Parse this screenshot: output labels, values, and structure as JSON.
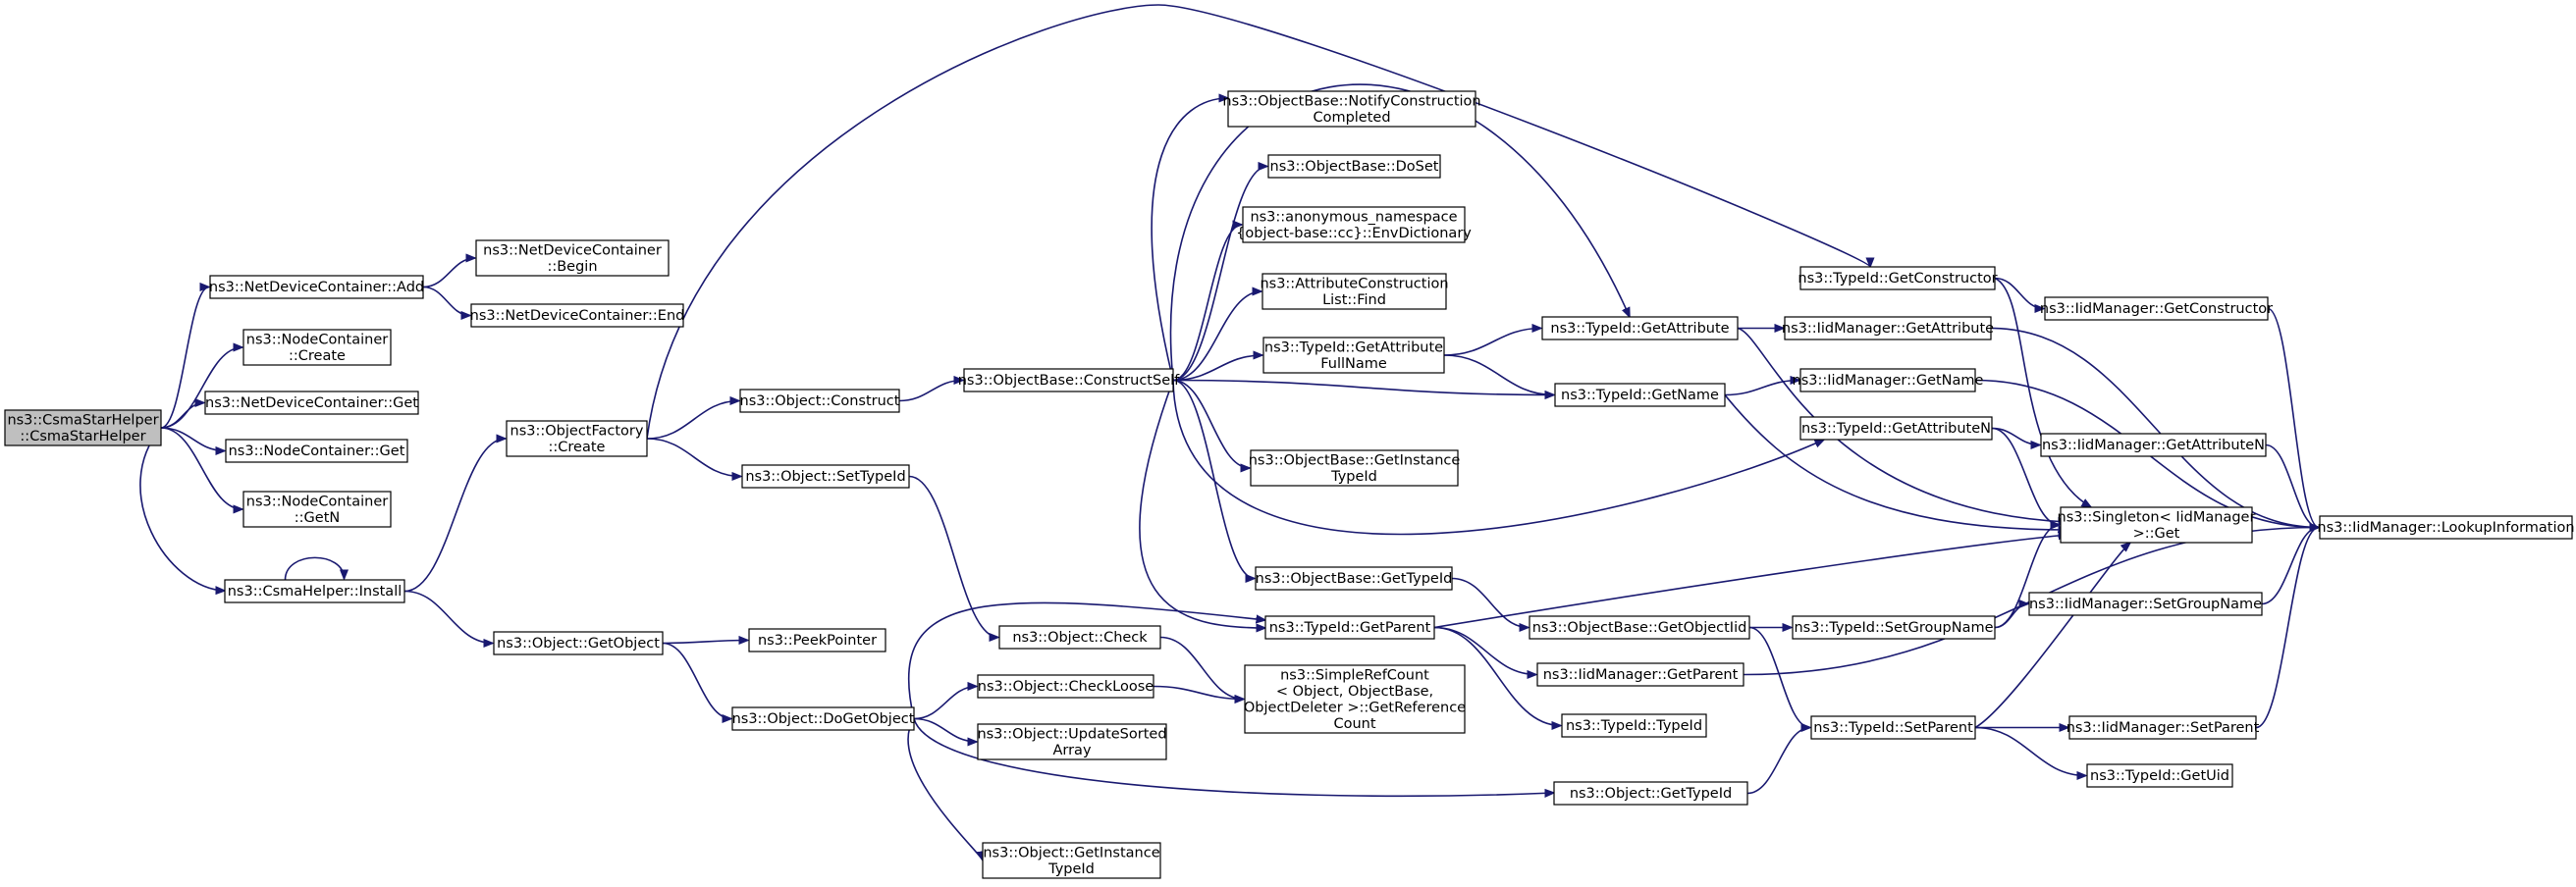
{
  "root_node": "n0",
  "nodes": [
    {
      "id": "n0",
      "lines": [
        "ns3::CsmaStarHelper",
        "::CsmaStarHelper"
      ],
      "root": true
    },
    {
      "id": "n1",
      "lines": [
        "ns3::NetDeviceContainer::Add"
      ]
    },
    {
      "id": "n2",
      "lines": [
        "ns3::NetDeviceContainer",
        "::Begin"
      ]
    },
    {
      "id": "n3",
      "lines": [
        "ns3::NetDeviceContainer::End"
      ]
    },
    {
      "id": "n4",
      "lines": [
        "ns3::NodeContainer",
        "::Create"
      ]
    },
    {
      "id": "n5",
      "lines": [
        "ns3::NetDeviceContainer::Get"
      ]
    },
    {
      "id": "n6",
      "lines": [
        "ns3::NodeContainer::Get"
      ]
    },
    {
      "id": "n7",
      "lines": [
        "ns3::NodeContainer",
        "::GetN"
      ]
    },
    {
      "id": "n8",
      "lines": [
        "ns3::CsmaHelper::Install"
      ]
    },
    {
      "id": "n9",
      "lines": [
        "ns3::ObjectFactory",
        "::Create"
      ]
    },
    {
      "id": "n10",
      "lines": [
        "ns3::Object::Construct"
      ]
    },
    {
      "id": "n11",
      "lines": [
        "ns3::Object::SetTypeId"
      ]
    },
    {
      "id": "n12",
      "lines": [
        "ns3::Object::GetObject"
      ]
    },
    {
      "id": "n13",
      "lines": [
        "ns3::PeekPointer"
      ]
    },
    {
      "id": "n14",
      "lines": [
        "ns3::Object::DoGetObject"
      ]
    },
    {
      "id": "n15",
      "lines": [
        "ns3::ObjectBase::ConstructSelf"
      ]
    },
    {
      "id": "n16",
      "lines": [
        "ns3::Object::Check"
      ]
    },
    {
      "id": "n17",
      "lines": [
        "ns3::Object::CheckLoose"
      ]
    },
    {
      "id": "n18",
      "lines": [
        "ns3::Object::UpdateSorted",
        "Array"
      ]
    },
    {
      "id": "n19",
      "lines": [
        "ns3::Object::GetInstance",
        "TypeId"
      ]
    },
    {
      "id": "n20",
      "lines": [
        "ns3::ObjectBase::NotifyConstruction",
        "Completed"
      ]
    },
    {
      "id": "n21",
      "lines": [
        "ns3::ObjectBase::DoSet"
      ]
    },
    {
      "id": "n22",
      "lines": [
        "ns3::anonymous_namespace",
        "{object-base::cc}::EnvDictionary"
      ]
    },
    {
      "id": "n23",
      "lines": [
        "ns3::AttributeConstruction",
        "List::Find"
      ]
    },
    {
      "id": "n24",
      "lines": [
        "ns3::TypeId::GetAttribute",
        "FullName"
      ]
    },
    {
      "id": "n25",
      "lines": [
        "ns3::ObjectBase::GetInstance",
        "TypeId"
      ]
    },
    {
      "id": "n26",
      "lines": [
        "ns3::ObjectBase::GetTypeId"
      ]
    },
    {
      "id": "n27",
      "lines": [
        "ns3::TypeId::GetParent"
      ]
    },
    {
      "id": "n28",
      "lines": [
        "ns3::SimpleRefCount",
        "< Object, ObjectBase,",
        "ObjectDeleter >::GetReference",
        "Count"
      ]
    },
    {
      "id": "n29",
      "lines": [
        "ns3::Object::GetTypeId"
      ]
    },
    {
      "id": "n30",
      "lines": [
        "ns3::TypeId::GetAttribute"
      ]
    },
    {
      "id": "n31",
      "lines": [
        "ns3::TypeId::GetName"
      ]
    },
    {
      "id": "n32",
      "lines": [
        "ns3::ObjectBase::GetObjectIid"
      ]
    },
    {
      "id": "n33",
      "lines": [
        "ns3::IidManager::GetParent"
      ]
    },
    {
      "id": "n34",
      "lines": [
        "ns3::TypeId::TypeId"
      ]
    },
    {
      "id": "n35",
      "lines": [
        "ns3::TypeId::GetConstructor"
      ]
    },
    {
      "id": "n36",
      "lines": [
        "ns3::IidManager::GetAttribute"
      ]
    },
    {
      "id": "n37",
      "lines": [
        "ns3::IidManager::GetName"
      ]
    },
    {
      "id": "n38",
      "lines": [
        "ns3::TypeId::GetAttributeN"
      ]
    },
    {
      "id": "n39",
      "lines": [
        "ns3::Singleton< IidManager",
        ">::Get"
      ]
    },
    {
      "id": "n40",
      "lines": [
        "ns3::TypeId::SetGroupName"
      ]
    },
    {
      "id": "n41",
      "lines": [
        "ns3::TypeId::SetParent"
      ]
    },
    {
      "id": "n42",
      "lines": [
        "ns3::IidManager::GetConstructor"
      ]
    },
    {
      "id": "n43",
      "lines": [
        "ns3::IidManager::GetAttributeN"
      ]
    },
    {
      "id": "n44",
      "lines": [
        "ns3::IidManager::SetGroupName"
      ]
    },
    {
      "id": "n45",
      "lines": [
        "ns3::IidManager::SetParent"
      ]
    },
    {
      "id": "n46",
      "lines": [
        "ns3::TypeId::GetUid"
      ]
    },
    {
      "id": "n47",
      "lines": [
        "ns3::IidManager::LookupInformation"
      ]
    }
  ],
  "edges": [
    [
      "n0",
      "n1"
    ],
    [
      "n0",
      "n4"
    ],
    [
      "n0",
      "n5"
    ],
    [
      "n0",
      "n6"
    ],
    [
      "n0",
      "n7"
    ],
    [
      "n0",
      "n8"
    ],
    [
      "n1",
      "n2"
    ],
    [
      "n1",
      "n3"
    ],
    [
      "n8",
      "n8"
    ],
    [
      "n8",
      "n9"
    ],
    [
      "n8",
      "n12"
    ],
    [
      "n9",
      "n10"
    ],
    [
      "n9",
      "n11"
    ],
    [
      "n9",
      "n35"
    ],
    [
      "n10",
      "n15"
    ],
    [
      "n11",
      "n16"
    ],
    [
      "n12",
      "n13"
    ],
    [
      "n12",
      "n14"
    ],
    [
      "n14",
      "n17"
    ],
    [
      "n14",
      "n18"
    ],
    [
      "n14",
      "n19"
    ],
    [
      "n14",
      "n27"
    ],
    [
      "n14",
      "n29"
    ],
    [
      "n15",
      "n20"
    ],
    [
      "n15",
      "n21"
    ],
    [
      "n15",
      "n22"
    ],
    [
      "n15",
      "n23"
    ],
    [
      "n15",
      "n24"
    ],
    [
      "n15",
      "n25"
    ],
    [
      "n15",
      "n26"
    ],
    [
      "n15",
      "n27"
    ],
    [
      "n15",
      "n30"
    ],
    [
      "n15",
      "n31"
    ],
    [
      "n15",
      "n38"
    ],
    [
      "n16",
      "n28"
    ],
    [
      "n17",
      "n28"
    ],
    [
      "n24",
      "n30"
    ],
    [
      "n24",
      "n31"
    ],
    [
      "n26",
      "n32"
    ],
    [
      "n27",
      "n33"
    ],
    [
      "n27",
      "n34"
    ],
    [
      "n27",
      "n39"
    ],
    [
      "n29",
      "n41"
    ],
    [
      "n30",
      "n36"
    ],
    [
      "n30",
      "n39"
    ],
    [
      "n31",
      "n37"
    ],
    [
      "n31",
      "n39"
    ],
    [
      "n32",
      "n40"
    ],
    [
      "n32",
      "n41"
    ],
    [
      "n33",
      "n47"
    ],
    [
      "n35",
      "n42"
    ],
    [
      "n35",
      "n39"
    ],
    [
      "n36",
      "n47"
    ],
    [
      "n37",
      "n47"
    ],
    [
      "n38",
      "n43"
    ],
    [
      "n38",
      "n39"
    ],
    [
      "n40",
      "n44"
    ],
    [
      "n40",
      "n39"
    ],
    [
      "n41",
      "n45"
    ],
    [
      "n41",
      "n46"
    ],
    [
      "n41",
      "n39"
    ],
    [
      "n42",
      "n47"
    ],
    [
      "n43",
      "n47"
    ],
    [
      "n44",
      "n47"
    ],
    [
      "n45",
      "n47"
    ]
  ]
}
